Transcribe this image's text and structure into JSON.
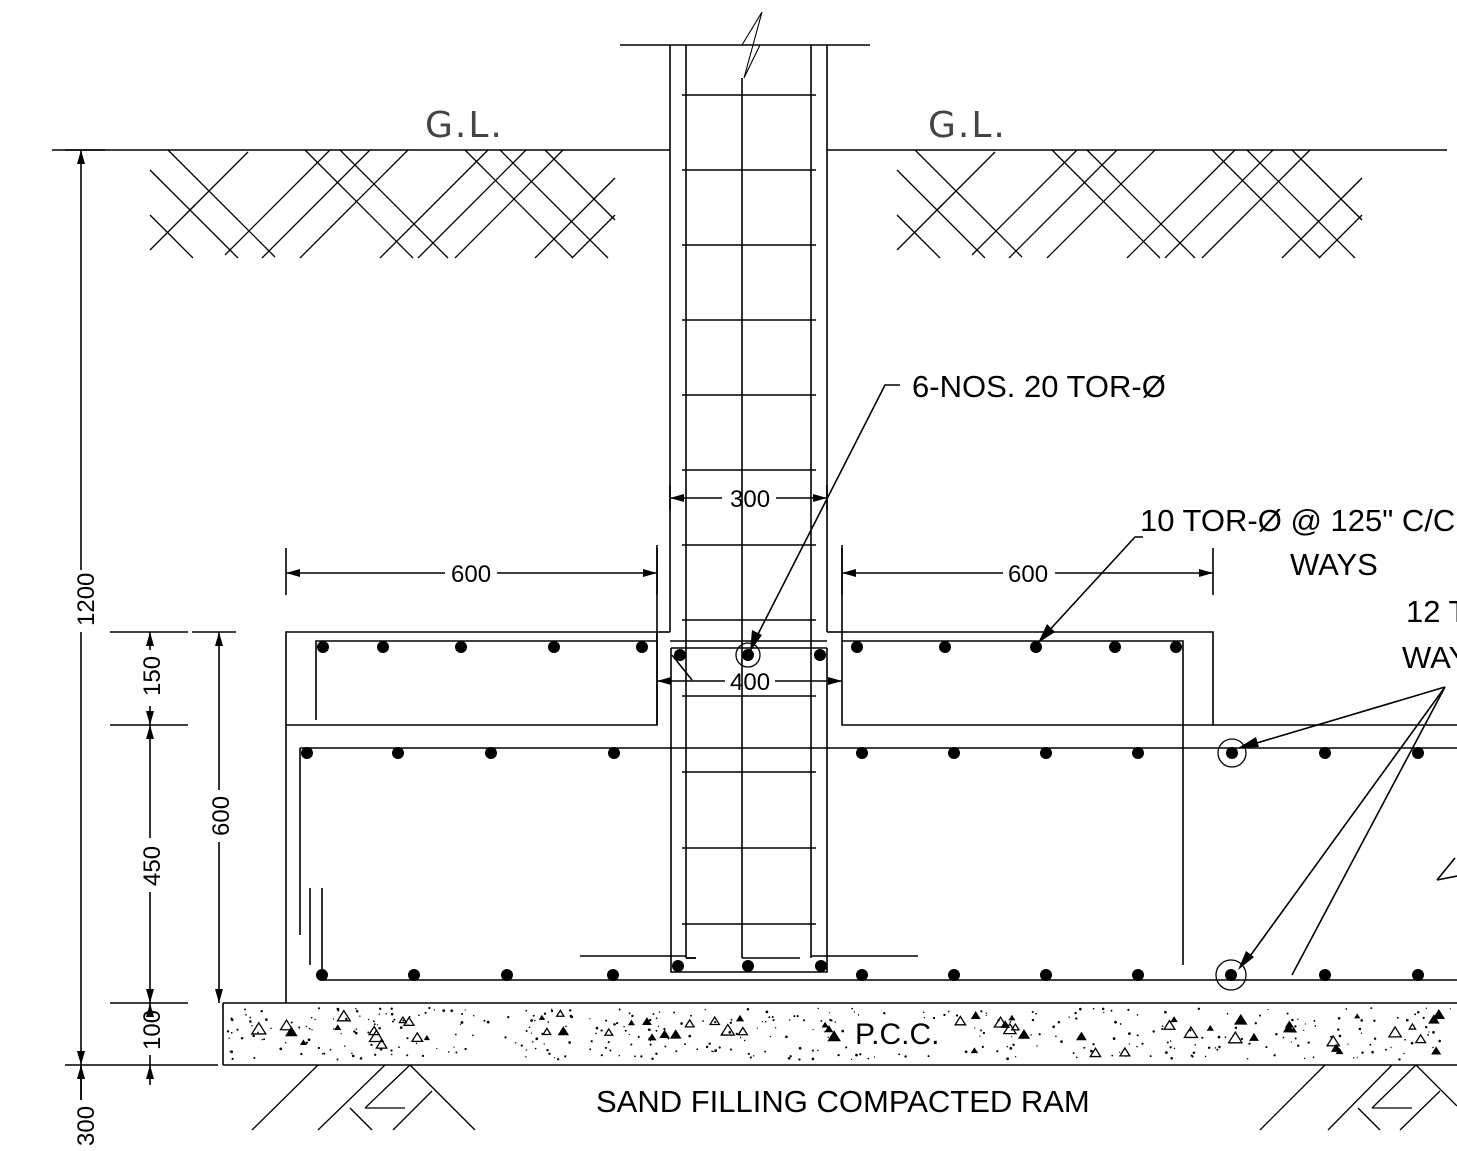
{
  "labels": {
    "ground_level_left": "G.L.",
    "ground_level_right": "G.L.",
    "column_bars": "6-NOS. 20 TOR-Ø",
    "mesh_bars_line1": "10 TOR-Ø @ 125\" C/C",
    "mesh_bars_line2": "WAYS",
    "beam_bars_line1": "12 T",
    "beam_bars_line2": "WAY",
    "pcc": "P.C.C.",
    "sand_filling": "SAND FILLING COMPACTED RAM"
  },
  "dimensions": {
    "column_width": "300",
    "pedestal_width": "400",
    "left_projection": "600",
    "right_projection": "600",
    "total_depth": "1200",
    "top_slab": "150",
    "beam_middle": "450",
    "footing_depth": "600",
    "pcc_thickness": "100",
    "sand_depth": "300"
  }
}
